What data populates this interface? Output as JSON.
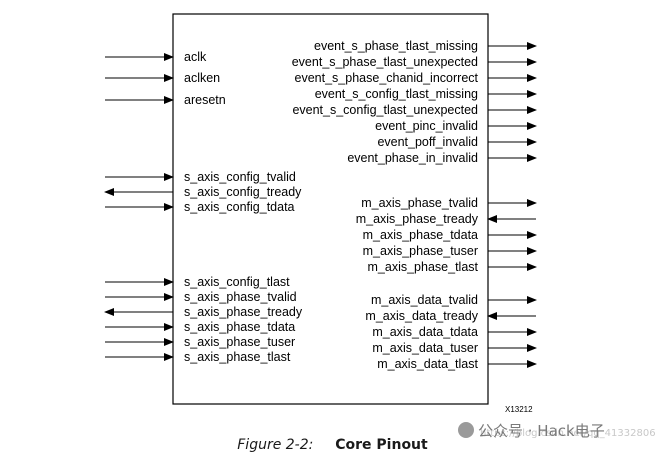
{
  "block": {
    "part_id": "X13212",
    "left_pins": [
      {
        "name": "aclk",
        "dir": "in"
      },
      {
        "name": "aclken",
        "dir": "in"
      },
      {
        "name": "aresetn",
        "dir": "in"
      },
      {
        "name": "s_axis_config_tvalid",
        "dir": "in"
      },
      {
        "name": "s_axis_config_tready",
        "dir": "out"
      },
      {
        "name": "s_axis_config_tdata",
        "dir": "in"
      },
      {
        "name": "s_axis_config_tlast",
        "dir": "in"
      },
      {
        "name": "s_axis_phase_tvalid",
        "dir": "in"
      },
      {
        "name": "s_axis_phase_tready",
        "dir": "out"
      },
      {
        "name": "s_axis_phase_tdata",
        "dir": "in"
      },
      {
        "name": "s_axis_phase_tuser",
        "dir": "in"
      },
      {
        "name": "s_axis_phase_tlast",
        "dir": "in"
      }
    ],
    "right_pins": [
      {
        "name": "event_s_phase_tlast_missing",
        "dir": "out"
      },
      {
        "name": "event_s_phase_tlast_unexpected",
        "dir": "out"
      },
      {
        "name": "event_s_phase_chanid_incorrect",
        "dir": "out"
      },
      {
        "name": "event_s_config_tlast_missing",
        "dir": "out"
      },
      {
        "name": "event_s_config_tlast_unexpected",
        "dir": "out"
      },
      {
        "name": "event_pinc_invalid",
        "dir": "out"
      },
      {
        "name": "event_poff_invalid",
        "dir": "out"
      },
      {
        "name": "event_phase_in_invalid",
        "dir": "out"
      },
      {
        "name": "m_axis_phase_tvalid",
        "dir": "out"
      },
      {
        "name": "m_axis_phase_tready",
        "dir": "in"
      },
      {
        "name": "m_axis_phase_tdata",
        "dir": "out"
      },
      {
        "name": "m_axis_phase_tuser",
        "dir": "out"
      },
      {
        "name": "m_axis_phase_tlast",
        "dir": "out"
      },
      {
        "name": "m_axis_data_tvalid",
        "dir": "out"
      },
      {
        "name": "m_axis_data_tready",
        "dir": "in"
      },
      {
        "name": "m_axis_data_tdata",
        "dir": "out"
      },
      {
        "name": "m_axis_data_tuser",
        "dir": "out"
      },
      {
        "name": "m_axis_data_tlast",
        "dir": "out"
      }
    ]
  },
  "caption": {
    "figure": "Figure 2-2:",
    "title": "Core Pinout"
  },
  "watermark": {
    "text": "公众号 · Hack电子",
    "url": "https://blog.csdn.net/qq_41332806"
  },
  "colors": {
    "line": "#000000",
    "caption_text": "#1a1a1a",
    "watermark": "#7a7a7a"
  }
}
